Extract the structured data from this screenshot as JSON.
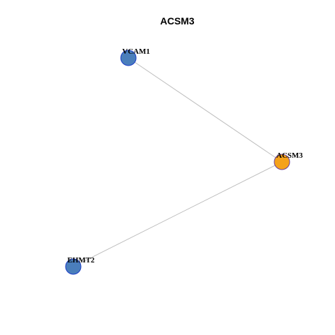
{
  "title": "ACSM3",
  "colors": {
    "center_fill": "#F5A21B",
    "center_stroke": "#6A3D9A",
    "neighbor_fill": "#4A7EBB",
    "neighbor_stroke": "#1A3CC8",
    "edge": "#BDBDBD"
  },
  "nodes": [
    {
      "id": "VCAM1",
      "label": "VCAM1",
      "role": "neighbor"
    },
    {
      "id": "ACSM3",
      "label": "ACSM3",
      "role": "center"
    },
    {
      "id": "EHMT2",
      "label": "EHMT2",
      "role": "neighbor"
    }
  ],
  "edges": [
    {
      "source": "VCAM1",
      "target": "ACSM3"
    },
    {
      "source": "ACSM3",
      "target": "EHMT2"
    }
  ]
}
